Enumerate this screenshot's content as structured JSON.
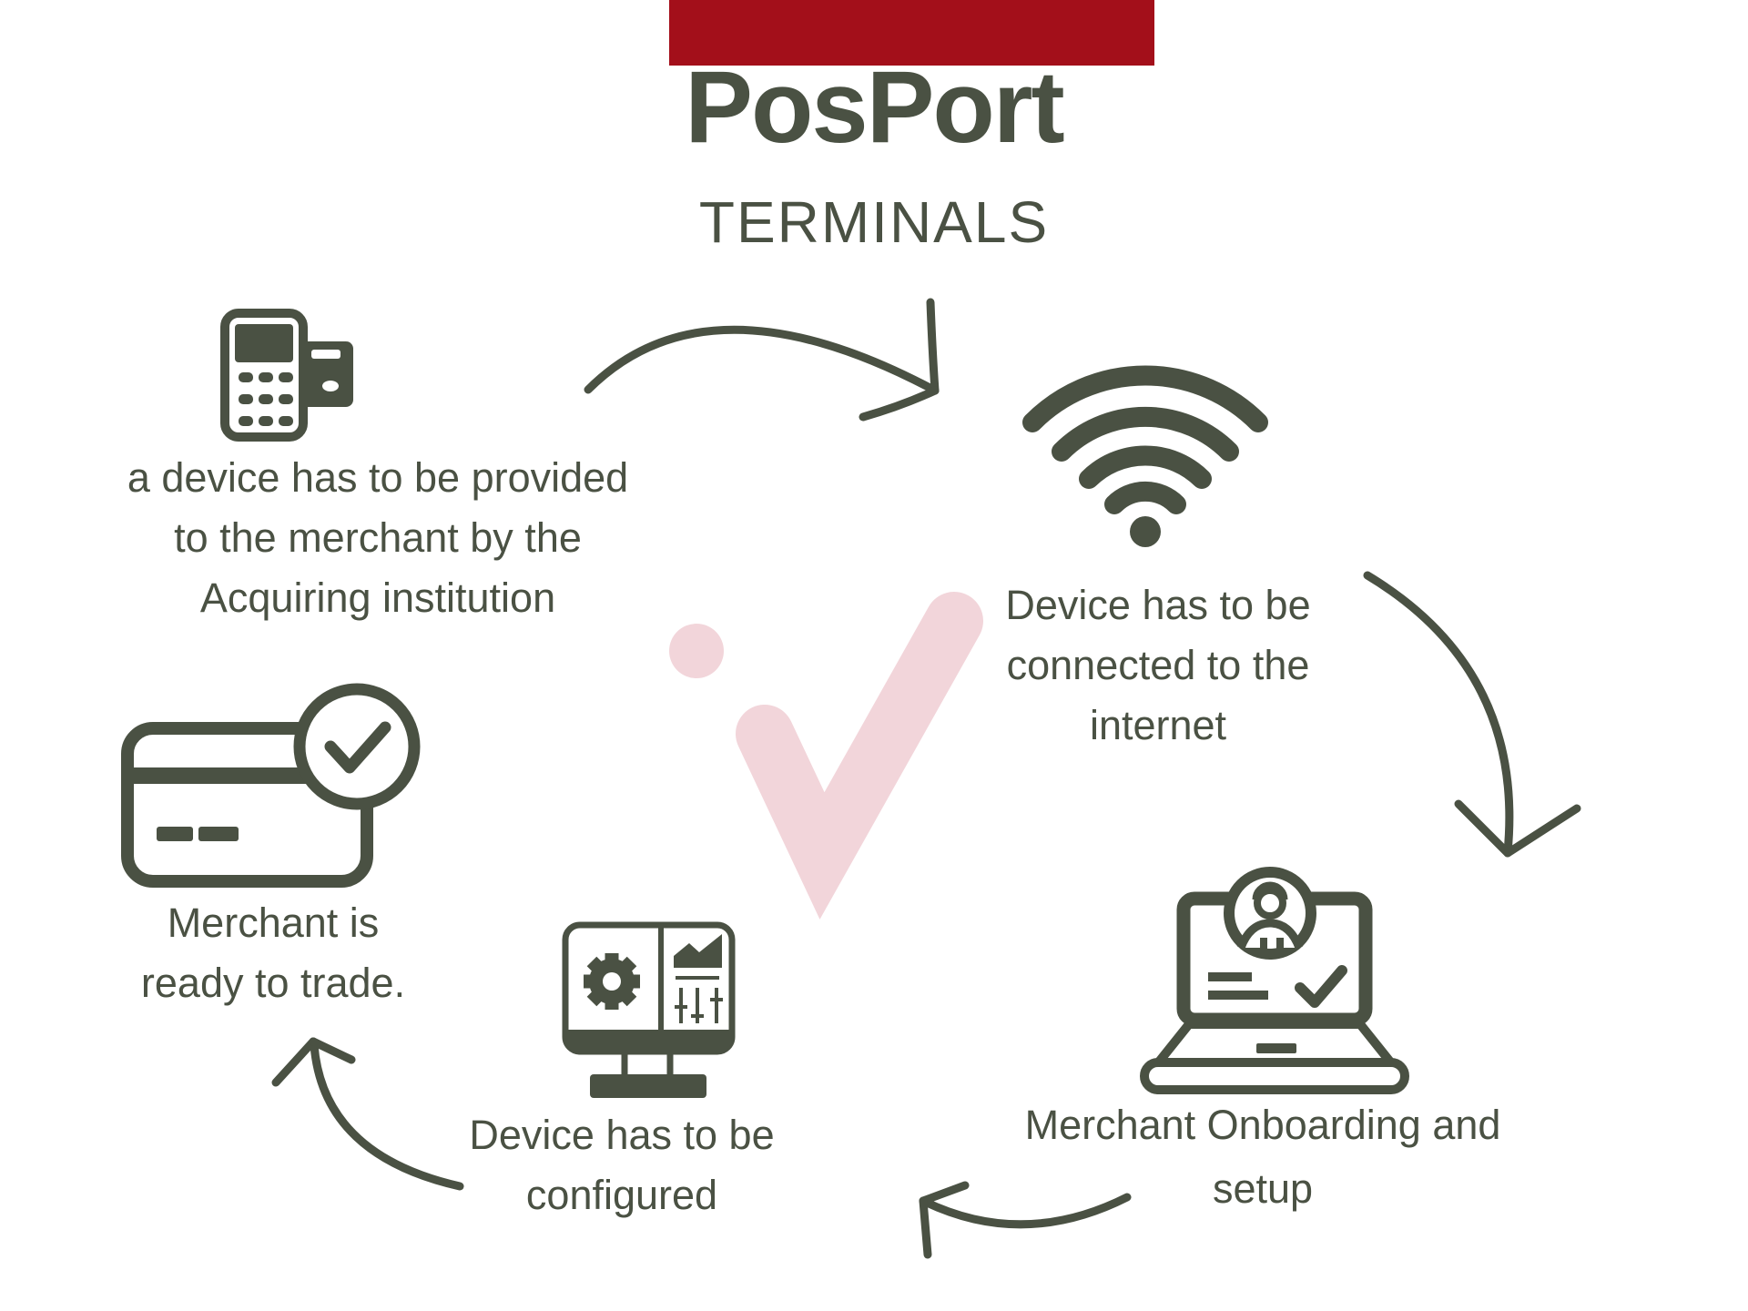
{
  "colors": {
    "ink": "#4A5143",
    "red": "#A30F1A",
    "pink": "#F2D5DA",
    "paper": "#FFFFFF"
  },
  "header": {
    "title": "PosPort",
    "subtitle": "TERMINALS"
  },
  "watermark": {
    "icon": "pink-check-watermark"
  },
  "steps": [
    {
      "name": "provide-device",
      "icon": "pos-terminal-icon",
      "lines": [
        "a device has to be provided",
        "to the merchant by the",
        "Acquiring institution"
      ]
    },
    {
      "name": "connect-internet",
      "icon": "wifi-icon",
      "lines": [
        "Device has to be",
        "connected to the",
        "internet"
      ]
    },
    {
      "name": "merchant-onboarding",
      "icon": "laptop-onboarding-icon",
      "lines": [
        "Merchant Onboarding and",
        "setup"
      ]
    },
    {
      "name": "configure-device",
      "icon": "monitor-settings-icon",
      "lines": [
        "Device has to be",
        "configured"
      ]
    },
    {
      "name": "ready-to-trade",
      "icon": "card-check-icon",
      "lines": [
        "Merchant is",
        "ready to trade."
      ]
    }
  ]
}
